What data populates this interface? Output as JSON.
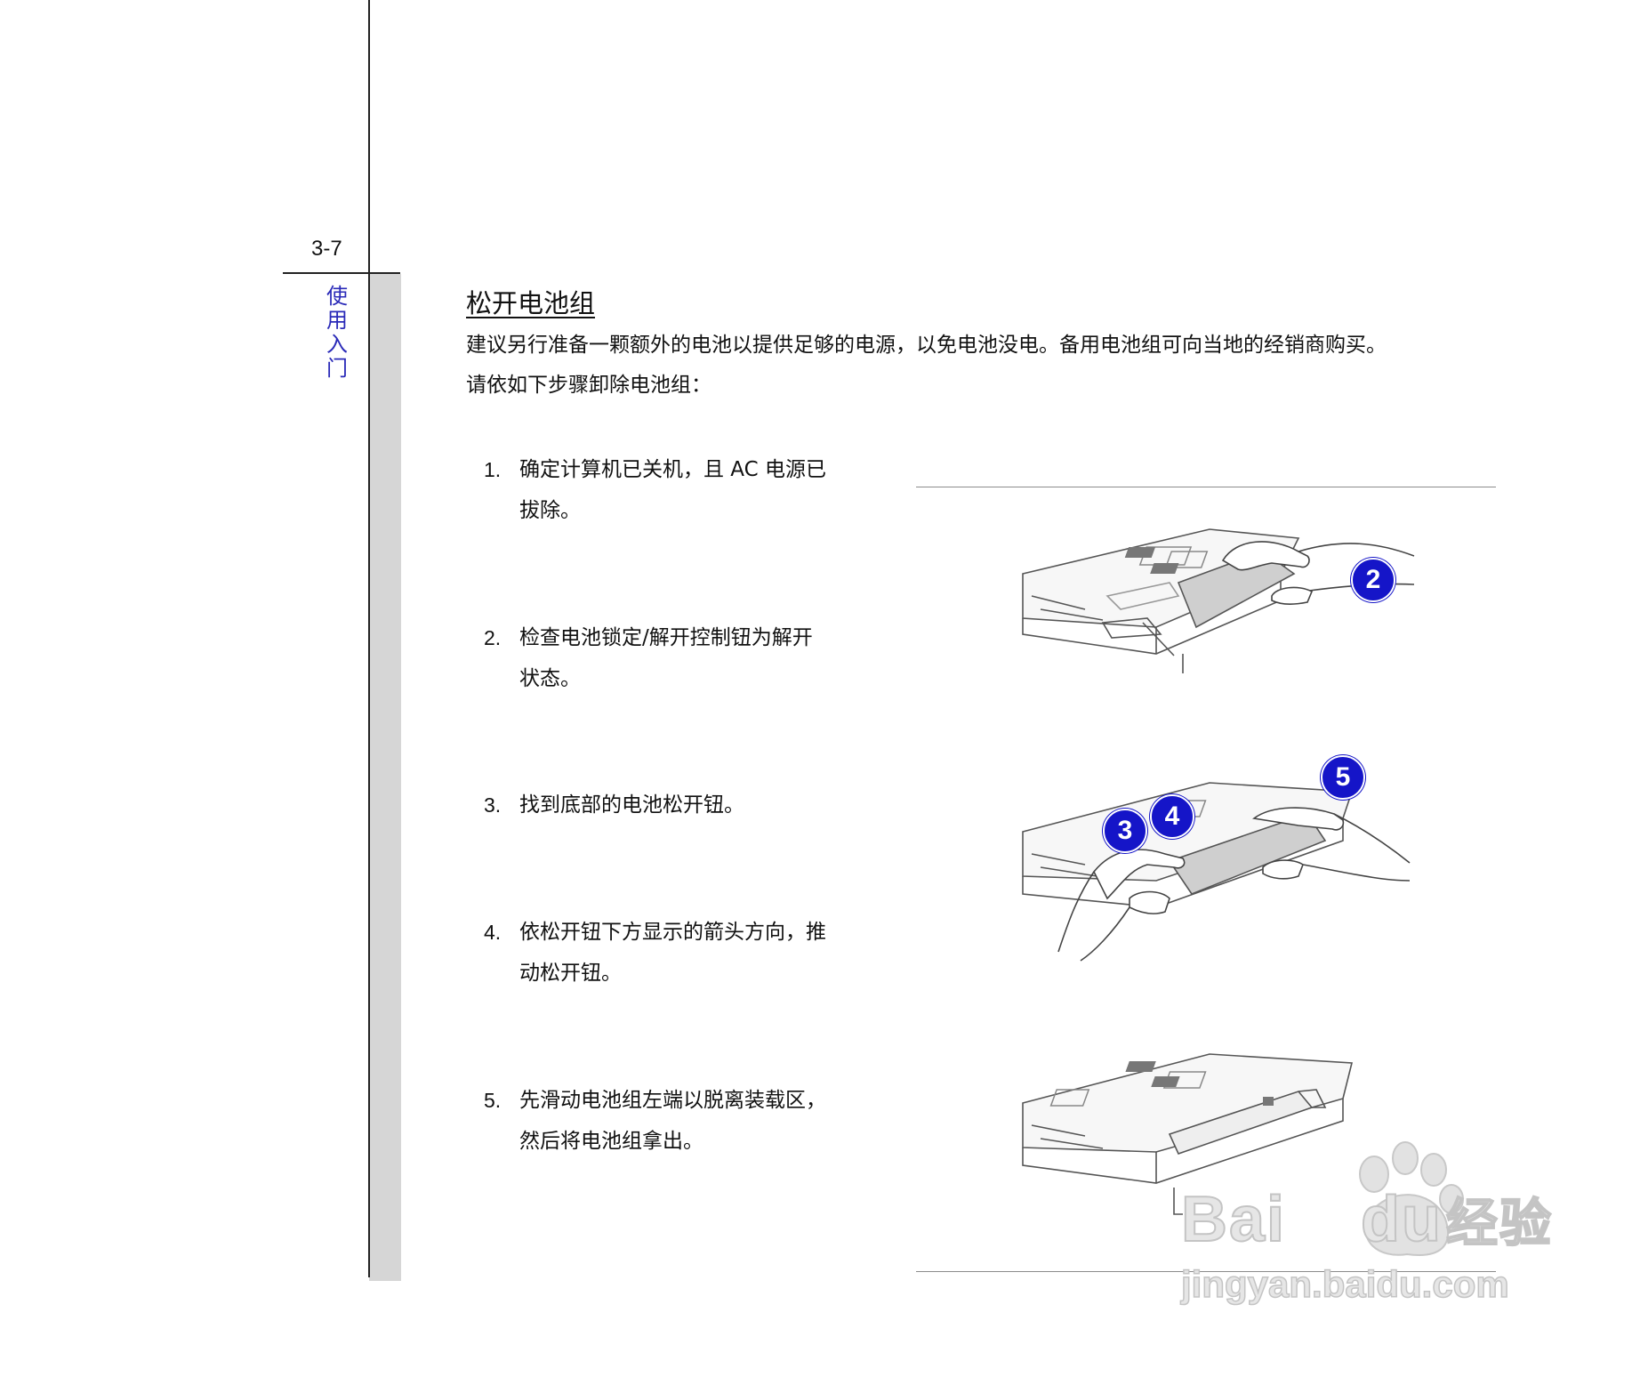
{
  "page_number": "3-7",
  "chapter_label": [
    "使",
    "用",
    "入",
    "门"
  ],
  "section_title": "松开电池组",
  "intro": [
    "建议另行准备一颗额外的电池以提供足够的电源，以免电池没电。备用电池组可向当地的经销商购买。",
    "请依如下步骤卸除电池组："
  ],
  "steps": [
    {
      "number": "1.",
      "lines": [
        "确定计算机已关机，且 AC 电源已",
        "拔除。"
      ]
    },
    {
      "number": "2.",
      "lines": [
        "检查电池锁定/解开控制钮为解开",
        "状态。"
      ]
    },
    {
      "number": "3.",
      "lines": [
        "找到底部的电池松开钮。"
      ]
    },
    {
      "number": "4.",
      "lines": [
        "依松开钮下方显示的箭头方向，推",
        "动松开钮。"
      ]
    },
    {
      "number": "5.",
      "lines": [
        "先滑动电池组左端以脱离装载区，",
        "然后将电池组拿出。"
      ]
    }
  ],
  "callouts": {
    "c2": "2",
    "c3": "3",
    "c4": "4",
    "c5": "5"
  },
  "watermark": {
    "brand": "Bai",
    "brand2": "du",
    "suffix": "经验",
    "url": "jingyan.baidu.com"
  },
  "colors": {
    "callout": "#1515c8",
    "chapter": "#2a2ab8"
  }
}
